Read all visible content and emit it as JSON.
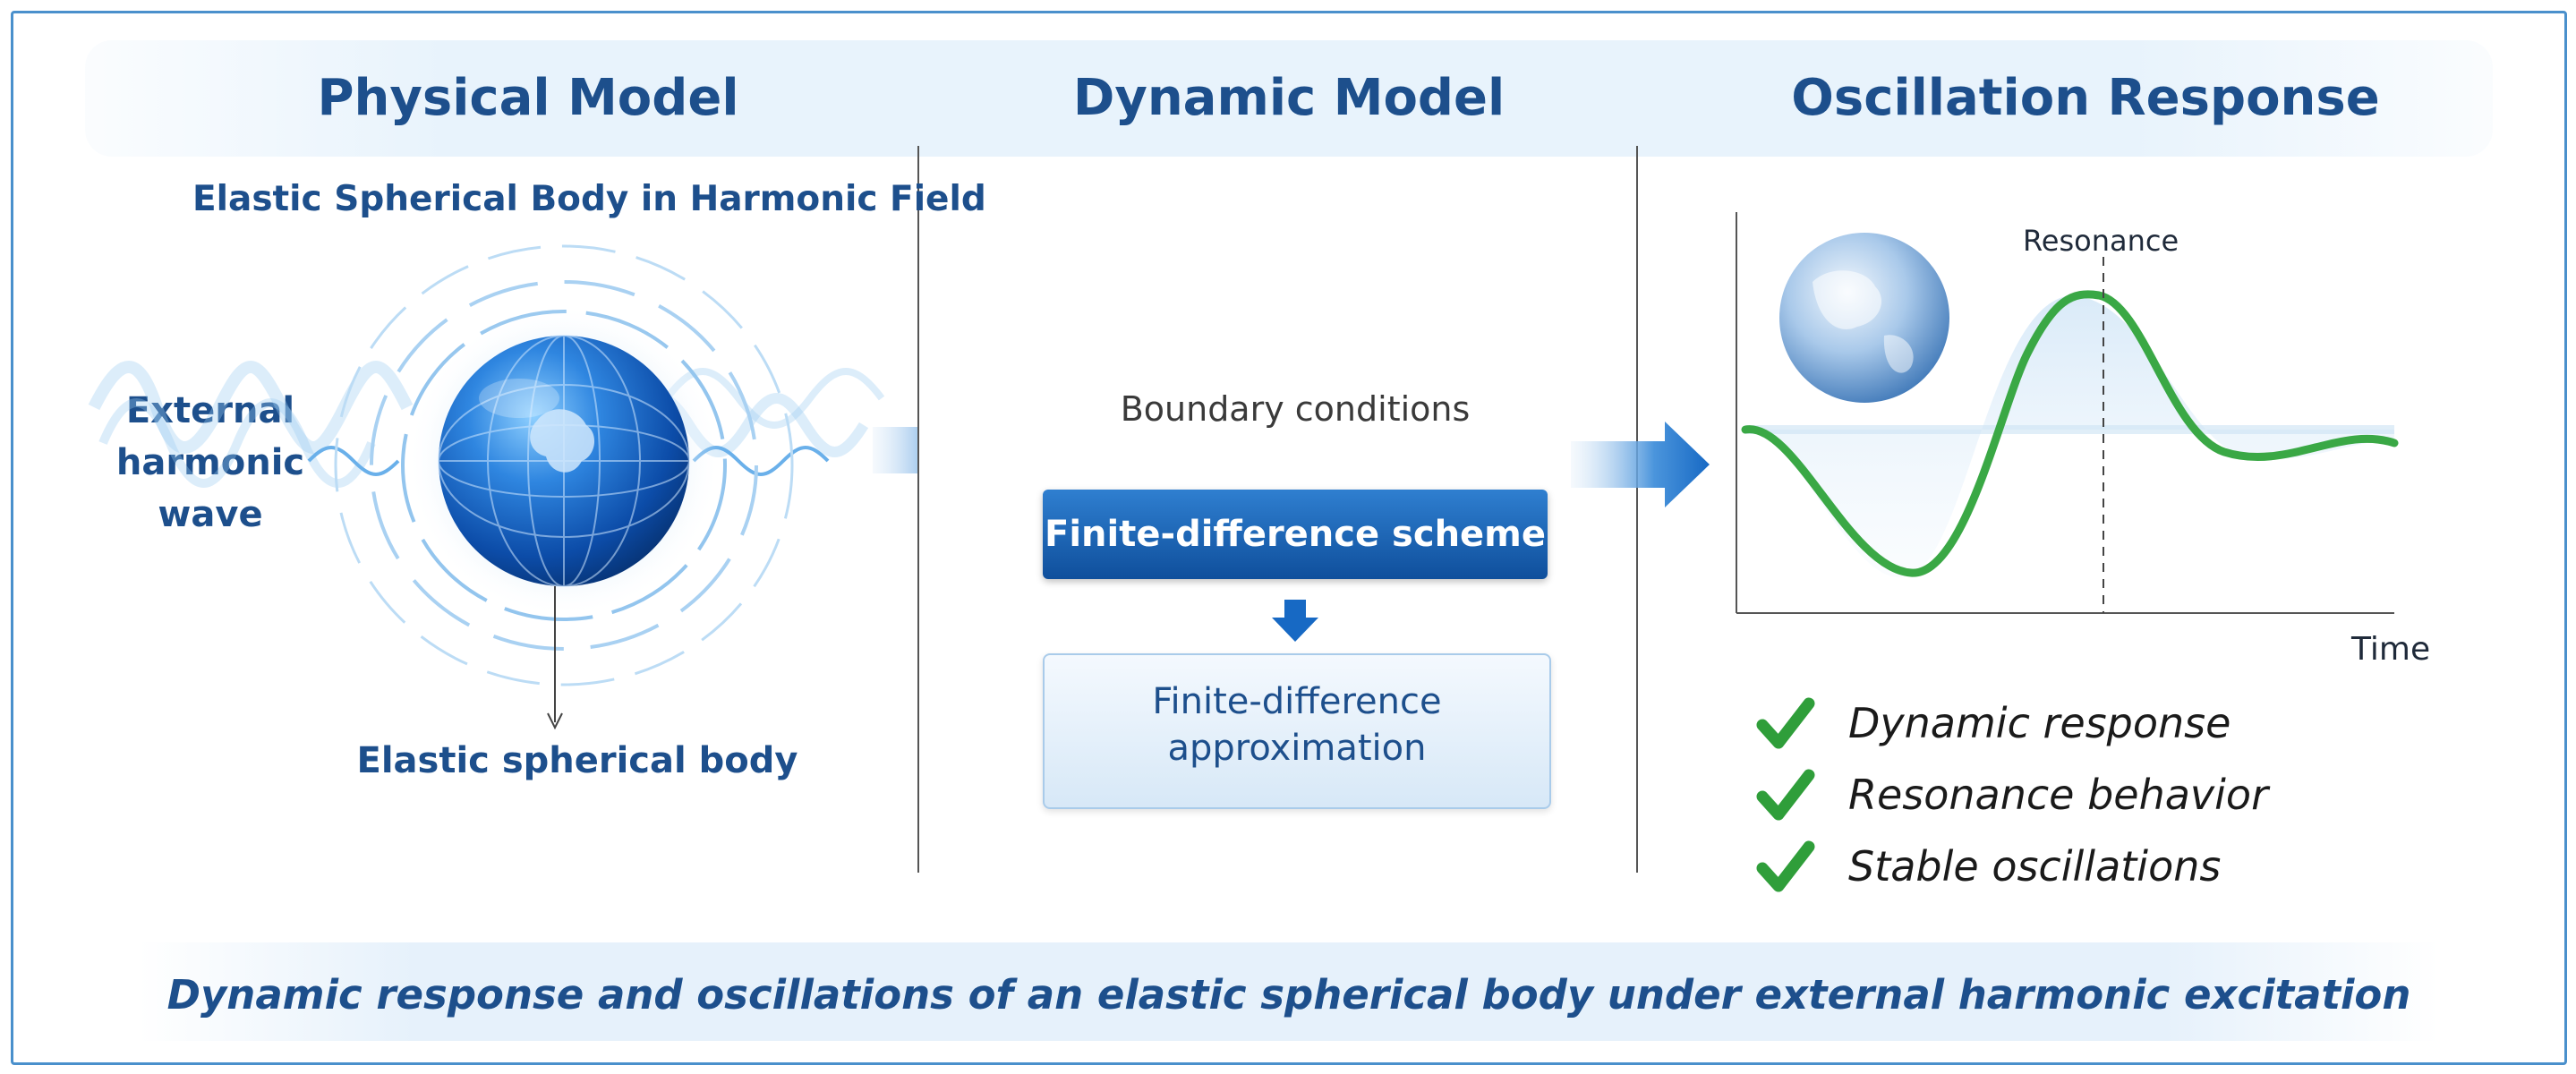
{
  "headers": {
    "physical": "Physical Model",
    "dynamic": "Dynamic Model",
    "oscillation": "Oscillation Response"
  },
  "physical": {
    "subtitle": "Elastic Spherical Body in Harmonic Field",
    "wave_label": "External harmonic wave",
    "wave_label_lines": [
      "External",
      "harmonic",
      "wave"
    ],
    "body_label": "Elastic spherical body"
  },
  "dynamic": {
    "boundary": "Boundary conditions",
    "scheme": "Finite-difference scheme",
    "approximation": "Finite-difference\napproximation"
  },
  "oscillation": {
    "resonance_label": "Resonance",
    "time_label": "Time",
    "checklist": [
      "Dynamic response",
      "Resonance behavior",
      "Stable oscillations"
    ]
  },
  "footer": "Dynamic response and oscillations of an elastic spherical body under external harmonic excitation",
  "colors": {
    "navy": "#1d4f8c",
    "accent_blue": "#1769c4",
    "curve_green": "#3aa845",
    "check_green": "#2f9e3a"
  }
}
